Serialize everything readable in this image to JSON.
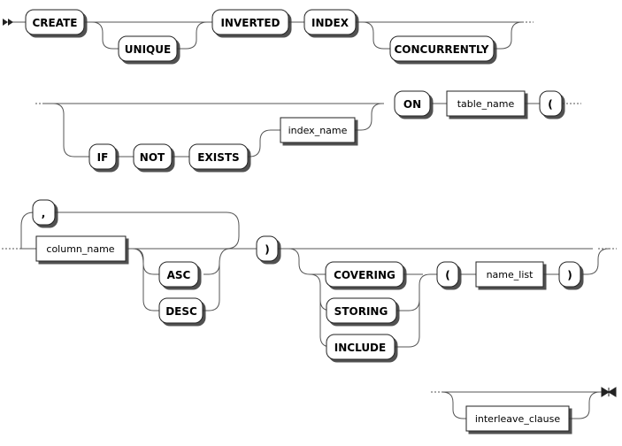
{
  "diagram": {
    "keywords": {
      "create": "CREATE",
      "unique": "UNIQUE",
      "inverted": "INVERTED",
      "index": "INDEX",
      "concurrently": "CONCURRENTLY",
      "if": "IF",
      "not": "NOT",
      "exists": "EXISTS",
      "on": "ON",
      "open_paren_1": "(",
      "comma": ",",
      "asc": "ASC",
      "desc": "DESC",
      "close_paren_1": ")",
      "covering": "COVERING",
      "storing": "STORING",
      "include": "INCLUDE",
      "open_paren_2": "(",
      "close_paren_2": ")"
    },
    "identifiers": {
      "index_name": "index_name",
      "table_name": "table_name",
      "column_name": "column_name",
      "name_list": "name_list",
      "interleave_clause": "interleave_clause"
    }
  }
}
